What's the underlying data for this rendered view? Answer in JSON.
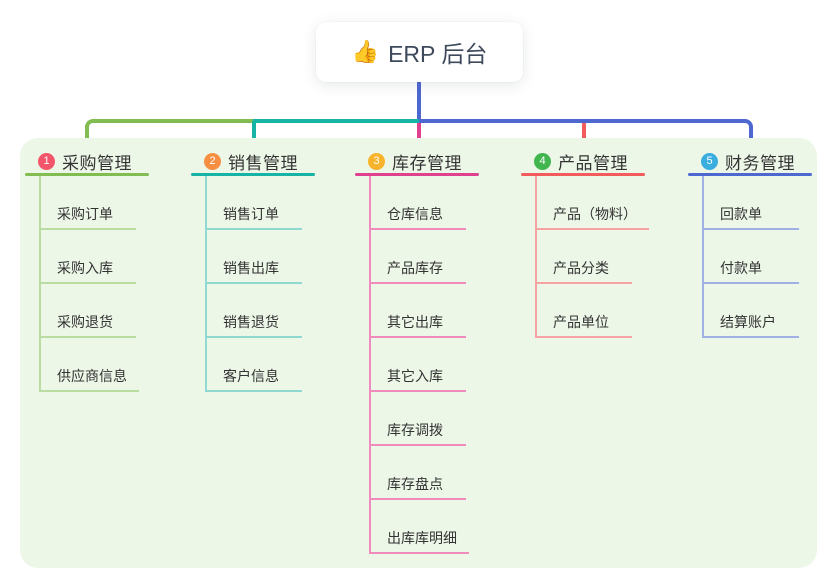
{
  "root": {
    "icon": "👍",
    "label": "ERP 后台"
  },
  "colors": {
    "panel_bg": "#edf7e8",
    "text": "#333333",
    "root_text": "#3e4a5c"
  },
  "branches": [
    {
      "number": "1",
      "label": "采购管理",
      "color": "#82bd52",
      "color_light": "#b9dca0",
      "badge_color": "#f3556a",
      "children": [
        "采购订单",
        "采购入库",
        "采购退货",
        "供应商信息"
      ]
    },
    {
      "number": "2",
      "label": "销售管理",
      "color": "#17b3a5",
      "color_light": "#8ed9d0",
      "badge_color": "#f68f42",
      "children": [
        "销售订单",
        "销售出库",
        "销售退货",
        "客户信息"
      ]
    },
    {
      "number": "3",
      "label": "库存管理",
      "color": "#e0418e",
      "color_light": "#f08cbd",
      "badge_color": "#f7b32b",
      "children": [
        "仓库信息",
        "产品库存",
        "其它出库",
        "其它入库",
        "库存调拨",
        "库存盘点",
        "出库库明细"
      ]
    },
    {
      "number": "4",
      "label": "产品管理",
      "color": "#f25c5c",
      "color_light": "#f8a3a3",
      "badge_color": "#41b64e",
      "children": [
        "产品（物料）",
        "产品分类",
        "产品单位"
      ]
    },
    {
      "number": "5",
      "label": "财务管理",
      "color": "#4e68d2",
      "color_light": "#9fb0e5",
      "badge_color": "#3baee0",
      "children": [
        "回款单",
        "付款单",
        "结算账户"
      ]
    }
  ]
}
